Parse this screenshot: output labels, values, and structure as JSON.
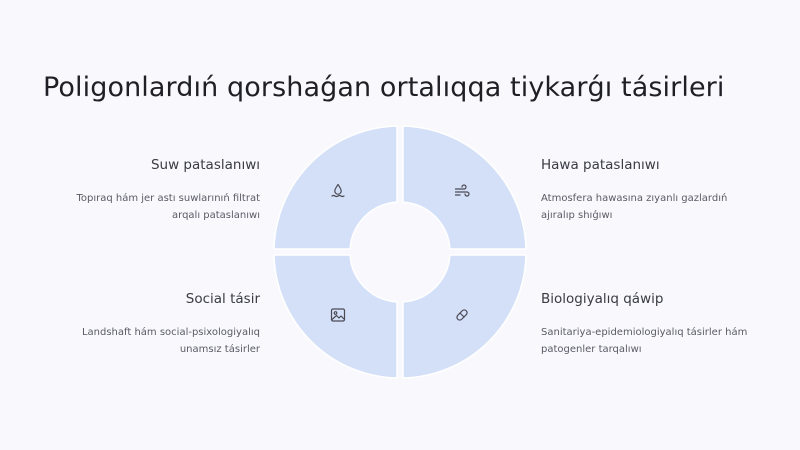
{
  "title": "Poligonlardıń qorshaǵan ortalıqqa tiykarǵı tásirleri",
  "colors": {
    "segment": "#d4e0f7",
    "segment_stroke": "#ffffff",
    "icon": "#4a4a55"
  },
  "items": [
    {
      "heading": "Suw pataslanıwı",
      "description": [
        "Topıraq hám jer astı suwlarınıń filtrat",
        "arqalı pataslanıwı"
      ],
      "icon": "water-drop-icon"
    },
    {
      "heading": "Hawa pataslanıwı",
      "description": [
        "Atmosfera hawasına zıyanlı gazlardıń",
        "ajıralıp shıǵıwı"
      ],
      "icon": "wind-icon"
    },
    {
      "heading": "Social tásir",
      "description": [
        "Landshaft hám social-psixologiyalıq",
        "unamsız tásirler"
      ],
      "icon": "image-icon"
    },
    {
      "heading": "Biologiyalıq qáwip",
      "description": [
        "Sanitariya-epidemiologiyalıq tásirler hám",
        "patogenler tarqalıwı"
      ],
      "icon": "pill-icon"
    }
  ]
}
